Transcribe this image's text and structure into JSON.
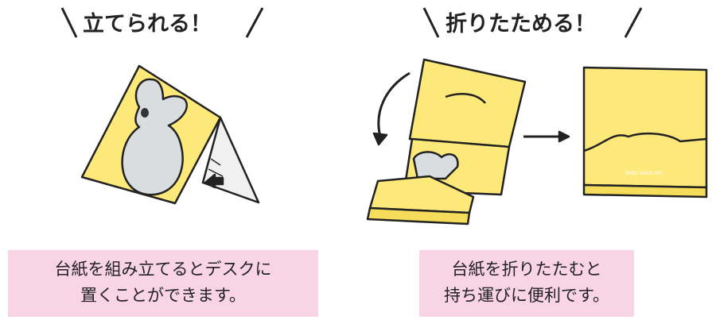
{
  "left": {
    "heading": "立てられる！",
    "caption_line1": "台紙を組み立てるとデスクに",
    "caption_line2": "置くことができます。",
    "card_label": "コアラ"
  },
  "right": {
    "heading": "折りたためる！",
    "caption_line1": "台紙を折りたたむと",
    "caption_line2": "持ち運びに便利です。",
    "brand": "MIND WAVE INC."
  },
  "colors": {
    "yellow": "#fde97a",
    "pink": "#f9d4e4",
    "koala": "#d9dde0"
  }
}
